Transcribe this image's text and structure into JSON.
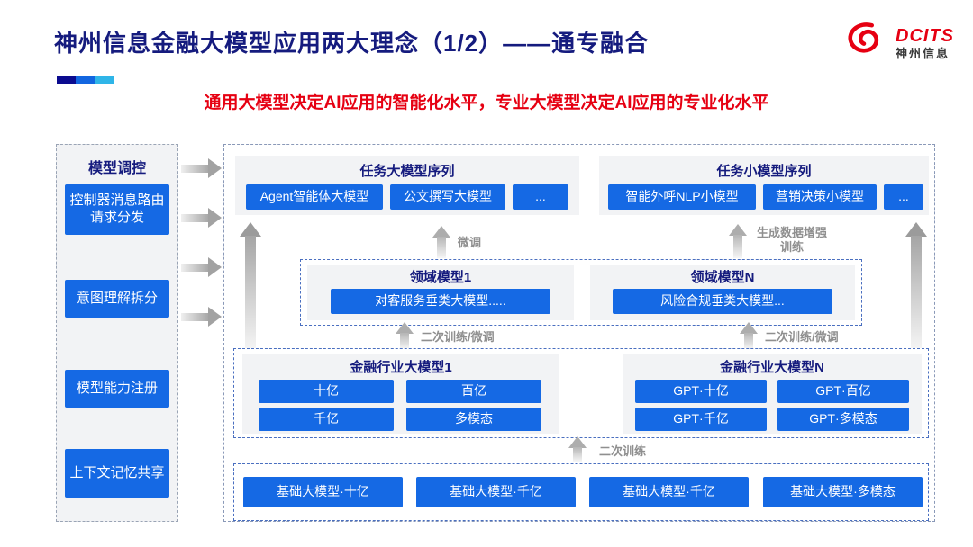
{
  "slide": {
    "title": "神州信息金融大模型应用两大理念（1/2）——通专融合",
    "subtitle": "通用大模型决定AI应用的智能化水平，专业大模型决定AI应用的专业化水平"
  },
  "logo": {
    "brand_en": "DCITS",
    "brand_cn": "神州信息",
    "icon": "dcits-swirl-icon"
  },
  "colors": {
    "title_navy": "#151b7e",
    "accent_red": "#e60012",
    "button_blue": "#1569e4",
    "panel_gray": "#f2f3f5",
    "arrow_gray": "#9b9b9b",
    "deco_segments": [
      "#0b0b8f",
      "#1266e0",
      "#2fb5e8"
    ]
  },
  "sidebar": {
    "title": "模型调控",
    "items": [
      "控制器消息路由请求分发",
      "意图理解拆分",
      "模型能力注册",
      "上下文记忆共享"
    ]
  },
  "top_groups": [
    {
      "title": "任务大模型序列",
      "items": [
        "Agent智能体大模型",
        "公文撰写大模型",
        "..."
      ]
    },
    {
      "title": "任务小模型序列",
      "items": [
        "智能外呼NLP小模型",
        "营销决策小模型",
        "..."
      ]
    }
  ],
  "arrows": {
    "finetune": "微调",
    "data_augment": "生成数据增强训练",
    "retrain_finetune": "二次训练/微调",
    "retrain": "二次训练"
  },
  "domain_groups": [
    {
      "title": "领域模型1",
      "model": "对客服务垂类大模型....."
    },
    {
      "title": "领域模型N",
      "model": "风险合规垂类大模型..."
    }
  ],
  "industry_groups": [
    {
      "title": "金融行业大模型1",
      "models": [
        "十亿",
        "百亿",
        "千亿",
        "多模态"
      ]
    },
    {
      "title": "金融行业大模型N",
      "models": [
        "GPT·十亿",
        "GPT·百亿",
        "GPT·千亿",
        "GPT·多模态"
      ]
    }
  ],
  "base_models": [
    "基础大模型·十亿",
    "基础大模型·千亿",
    "基础大模型·千亿",
    "基础大模型·多模态"
  ]
}
